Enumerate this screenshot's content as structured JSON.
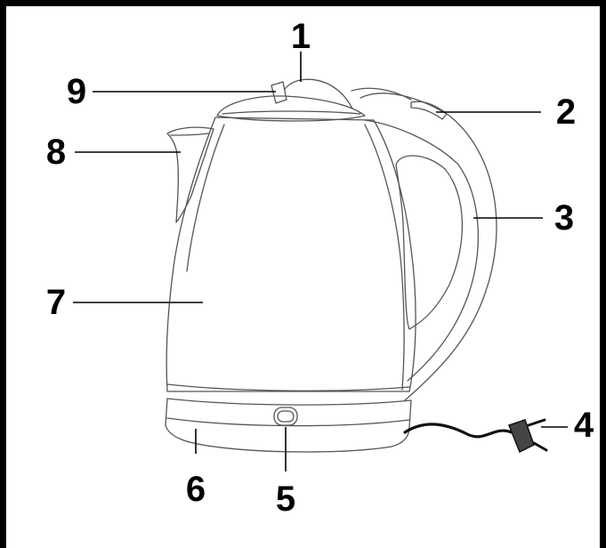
{
  "diagram": {
    "labels": [
      {
        "id": "lid-lever",
        "text": "1"
      },
      {
        "id": "power-switch",
        "text": "2"
      },
      {
        "id": "handle",
        "text": "3"
      },
      {
        "id": "power-plug",
        "text": "4"
      },
      {
        "id": "base-indicator",
        "text": "5"
      },
      {
        "id": "power-base",
        "text": "6"
      },
      {
        "id": "kettle-body",
        "text": "7"
      },
      {
        "id": "spout",
        "text": "8"
      },
      {
        "id": "lid-button",
        "text": "9"
      }
    ]
  }
}
